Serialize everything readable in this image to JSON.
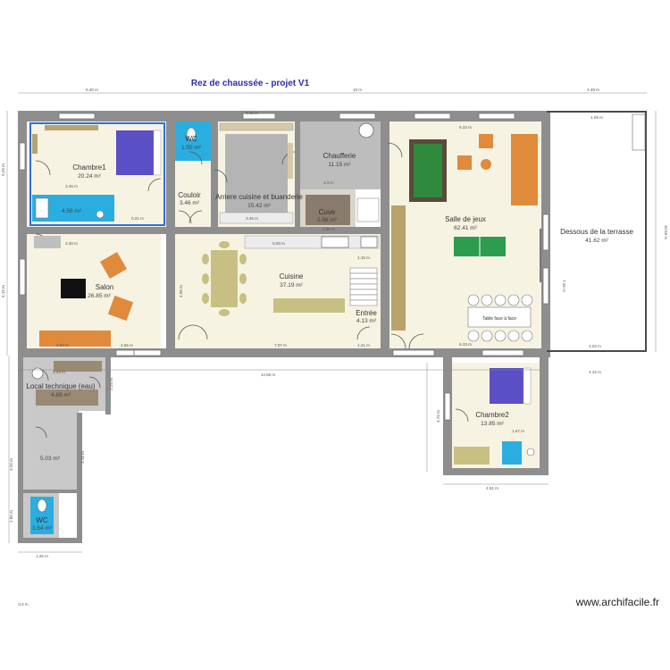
{
  "title": "Rez de chaussée - projet V1",
  "watermark": "www.archifacile.fr",
  "rooms": [
    {
      "name": "Chambre1",
      "area": "20.24 m²"
    },
    {
      "name": "WC",
      "area": "1.55 m²"
    },
    {
      "name": "Couloir",
      "area": "3.46 m²"
    },
    {
      "name": "Arriere cuisine et buanderie",
      "area": "15.42 m²"
    },
    {
      "name": "Chaufferie",
      "area": "11.15 m²"
    },
    {
      "name": "Cuve",
      "area": "2.66 m²"
    },
    {
      "name": "Salle de jeux",
      "area": "62.41 m²"
    },
    {
      "name": "Dessous de la terrasse",
      "area": "41.62 m²"
    },
    {
      "name": "Salon",
      "area": "26.85 m²"
    },
    {
      "name": "Cuisine",
      "area": "37.19 m²"
    },
    {
      "name": "Entrée",
      "area": "4.13 m²"
    },
    {
      "name": "Local technique (eau)",
      "area": "4.89 m²"
    },
    {
      "name": "",
      "area": "5.03 m²"
    },
    {
      "name": "WC",
      "area": "1.64 m²"
    },
    {
      "name": "Chambre2",
      "area": "13.85 m²"
    },
    {
      "name": "",
      "area": "4.56 m²"
    }
  ],
  "labels": {
    "table": "Table face à face"
  },
  "dimensions": {
    "top_left": "6.40 m",
    "top_mid": "10 m",
    "top_right": "4.49 m",
    "terrace_top": "4.09 m",
    "right_side": "10.56 m",
    "terrace_inner": "7.46 m",
    "terrace_bottom": "4.02 m",
    "outer_bottom": "4.42 m",
    "salle_top": "6.33 m",
    "salle_bottom": "6.33 m",
    "cuisine_bottom": "7.07 m",
    "entree_bottom": "1.21 m",
    "salon_bottom_a": "2.63 m",
    "salon_bottom_b": "2.66 m",
    "overall_mid": "14.58 m",
    "chambre2_bottom": "4.51 m",
    "left_top": "5.29 m",
    "left_mid": "4.19 m",
    "annex_a": "2.44 m",
    "annex_b": "2.24 m",
    "annex_c": "3.16 m",
    "annex_d": "3.26 m",
    "wc2_bottom": "1.26 m",
    "wc2_side": "1.85 m",
    "annex_bottom": "0.4 m",
    "chambre1_w": "3.45 m",
    "chambre1_b": "0.21 m",
    "arriere_top": "3.45 m",
    "arriere_b": "3.45 m",
    "chauf_dim": "2.3 m",
    "cuve_dim": "1.90 m",
    "salon_top": "3.36 m",
    "cuisine_mid": "5.00 m",
    "cuisine_side": "4.96 m",
    "entree_top": "1.15 m",
    "chambre2_side": "4.76 m",
    "chambre2_dim": "1.67 m"
  }
}
